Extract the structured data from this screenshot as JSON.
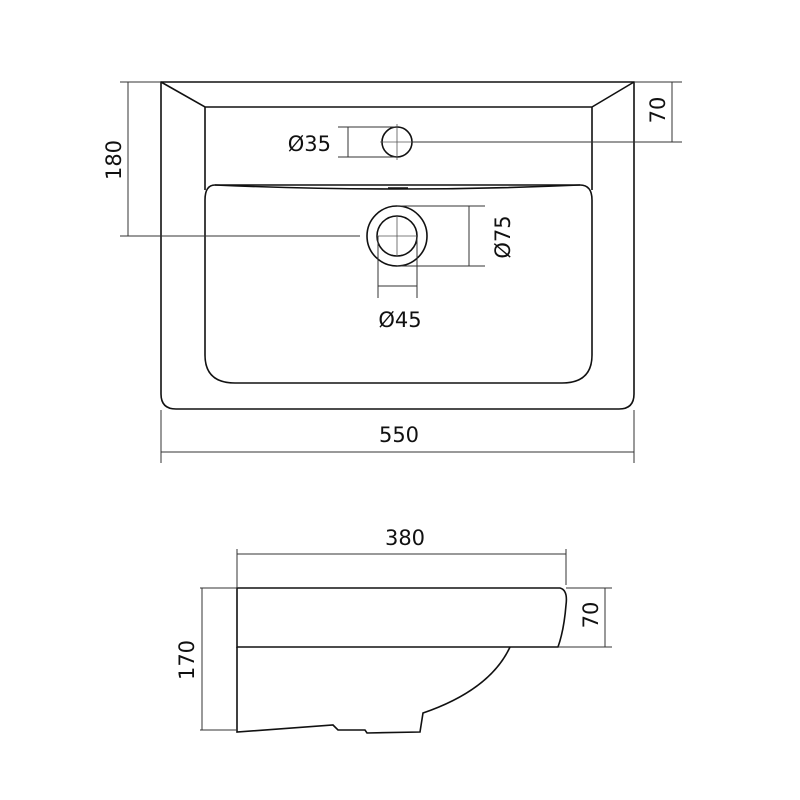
{
  "top_view": {
    "width_label": "550",
    "depth_label": "180",
    "tap_offset_label": "70",
    "tap_hole_label": "Ø35",
    "drain_outer_label": "Ø75",
    "drain_inner_label": "Ø45"
  },
  "side_view": {
    "depth_label": "380",
    "height_label": "170",
    "rim_height_label": "70"
  }
}
